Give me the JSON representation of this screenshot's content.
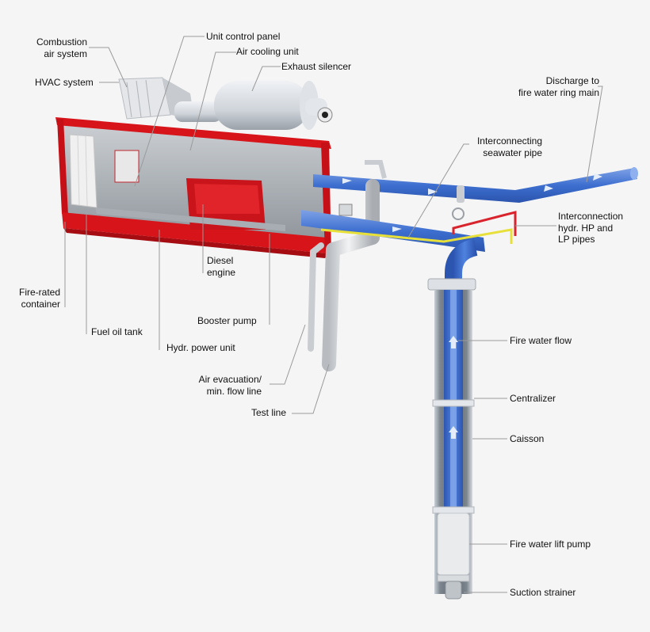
{
  "diagram": {
    "type": "fire water pump system cutaway illustration",
    "colors": {
      "background": "#f5f5f5",
      "container_red": "#d7141a",
      "water_blue": "#3d6fd0",
      "caisson_gray": "#9aa4ad",
      "pipe_gray": "#c9ccd0",
      "hydraulic_red": "#d9242e",
      "hydraulic_yellow": "#e8e03a",
      "leader_line": "#9a9a9a"
    },
    "labels": {
      "combustion_air_system": [
        "Combustion",
        "air system"
      ],
      "hvac_system": "HVAC system",
      "unit_control_panel": "Unit control panel",
      "air_cooling_unit": "Air cooling unit",
      "exhaust_silencer": "Exhaust silencer",
      "discharge": [
        "Discharge to",
        "fire water ring main"
      ],
      "interconnecting_seawater_pipe": [
        "Interconnecting",
        "seawater pipe"
      ],
      "interconnection_hydr": [
        "Interconnection",
        "hydr. HP and",
        "LP pipes"
      ],
      "diesel_engine": [
        "Diesel",
        "engine"
      ],
      "fire_rated_container": [
        "Fire-rated",
        "container"
      ],
      "fuel_oil_tank": "Fuel oil tank",
      "booster_pump": "Booster pump",
      "hydr_power_unit": "Hydr. power unit",
      "air_evacuation": [
        "Air evacuation/",
        "min. flow line"
      ],
      "test_line": "Test line",
      "fire_water_flow": "Fire water flow",
      "centralizer": "Centralizer",
      "caisson": "Caisson",
      "fire_water_lift_pump": "Fire water lift pump",
      "suction_strainer": "Suction strainer"
    }
  }
}
